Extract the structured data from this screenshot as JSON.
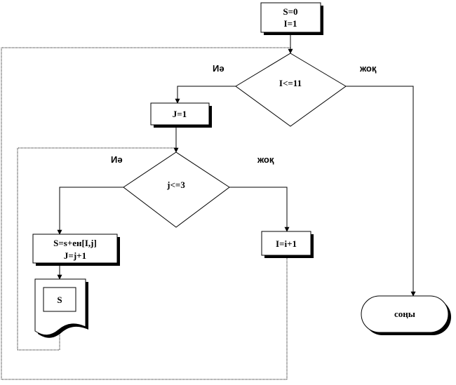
{
  "flowchart": {
    "init": {
      "line1": "S=0",
      "line2": "I=1"
    },
    "outer_condition": "I<=11",
    "outer_yes": "Иә",
    "outer_no": "жоқ",
    "inner_init": "J=1",
    "inner_condition": "j<=3",
    "inner_yes": "Иә",
    "inner_no": "жоқ",
    "body": {
      "line1": "S=s+ен[I,j]",
      "line2": "J=j+1"
    },
    "output": "S",
    "increment": "I=i+1",
    "end": "соңы"
  }
}
